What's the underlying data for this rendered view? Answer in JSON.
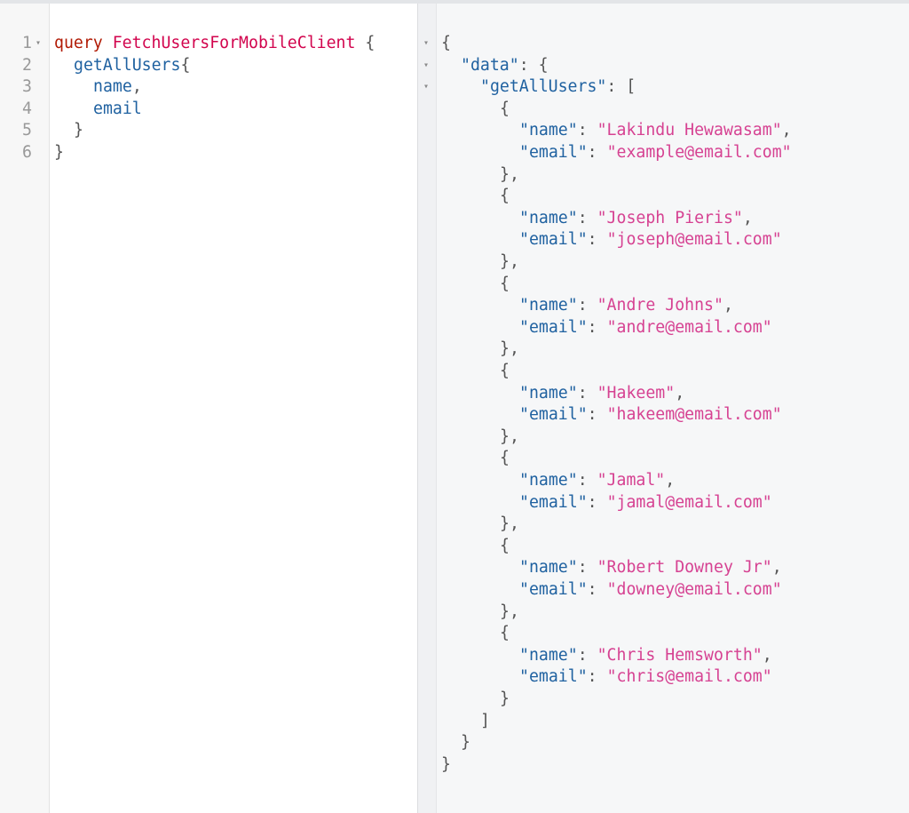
{
  "query_editor": {
    "lines": [
      {
        "num": "1",
        "foldable": true,
        "indent": 0,
        "keyword": "query",
        "def": "FetchUsersForMobileClient",
        "field": "",
        "tail": " {"
      },
      {
        "num": "2",
        "foldable": false,
        "indent": 1,
        "keyword": "",
        "def": "",
        "field": "getAllUsers",
        "tail": "{"
      },
      {
        "num": "3",
        "foldable": false,
        "indent": 2,
        "keyword": "",
        "def": "",
        "field": "name",
        "tail": ","
      },
      {
        "num": "4",
        "foldable": false,
        "indent": 2,
        "keyword": "",
        "def": "",
        "field": "email",
        "tail": ""
      },
      {
        "num": "5",
        "foldable": false,
        "indent": 1,
        "keyword": "",
        "def": "",
        "field": "",
        "tail": "}"
      },
      {
        "num": "6",
        "foldable": false,
        "indent": 0,
        "keyword": "",
        "def": "",
        "field": "",
        "tail": "}"
      }
    ],
    "fold_glyph": "▾"
  },
  "result_viewer": {
    "fold_glyph": "▾",
    "data_key": "data",
    "list_key": "getAllUsers",
    "name_key": "name",
    "email_key": "email",
    "users": [
      {
        "name": "Lakindu Hewawasam",
        "email": "example@email.com"
      },
      {
        "name": "Joseph Pieris",
        "email": "joseph@email.com"
      },
      {
        "name": "Andre Johns",
        "email": "andre@email.com"
      },
      {
        "name": "Hakeem",
        "email": "hakeem@email.com"
      },
      {
        "name": "Jamal",
        "email": "jamal@email.com"
      },
      {
        "name": "Robert Downey Jr",
        "email": "downey@email.com"
      },
      {
        "name": "Chris Hemsworth",
        "email": "chris@email.com"
      }
    ]
  }
}
